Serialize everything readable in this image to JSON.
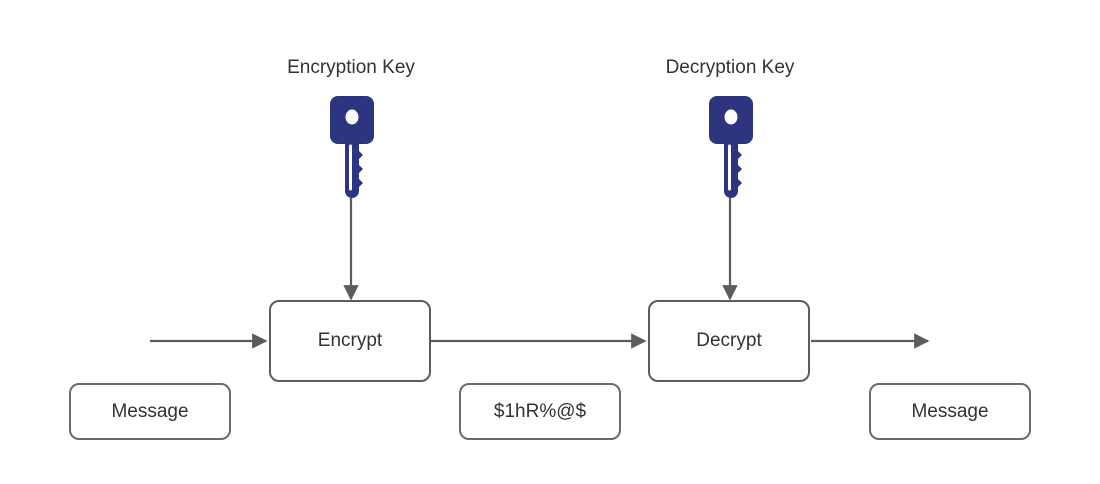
{
  "diagram": {
    "title_labels": {
      "encryption_key": "Encryption Key",
      "decryption_key": "Decryption Key"
    },
    "nodes": [
      {
        "id": "encrypt",
        "label": "Encrypt"
      },
      {
        "id": "decrypt",
        "label": "Decrypt"
      }
    ],
    "data_boxes": [
      {
        "id": "plaintext-in",
        "label": "Message"
      },
      {
        "id": "ciphertext",
        "label": "$1hR%@$"
      },
      {
        "id": "plaintext-out",
        "label": "Message"
      }
    ],
    "icons": {
      "encryption_key_icon": "key-icon",
      "decryption_key_icon": "key-icon"
    },
    "colors": {
      "key_fill": "#2d3480",
      "box_stroke": "#5c5c5c",
      "arrow_stroke": "#5c5c5c",
      "text": "#333333",
      "background": "#ffffff"
    },
    "flow": {
      "input_arrow": "message-to-encrypt",
      "middle_arrow": "encrypt-to-decrypt",
      "output_arrow": "decrypt-to-message",
      "key_arrow_left": "encryption-key-to-encrypt",
      "key_arrow_right": "decryption-key-to-decrypt"
    }
  }
}
